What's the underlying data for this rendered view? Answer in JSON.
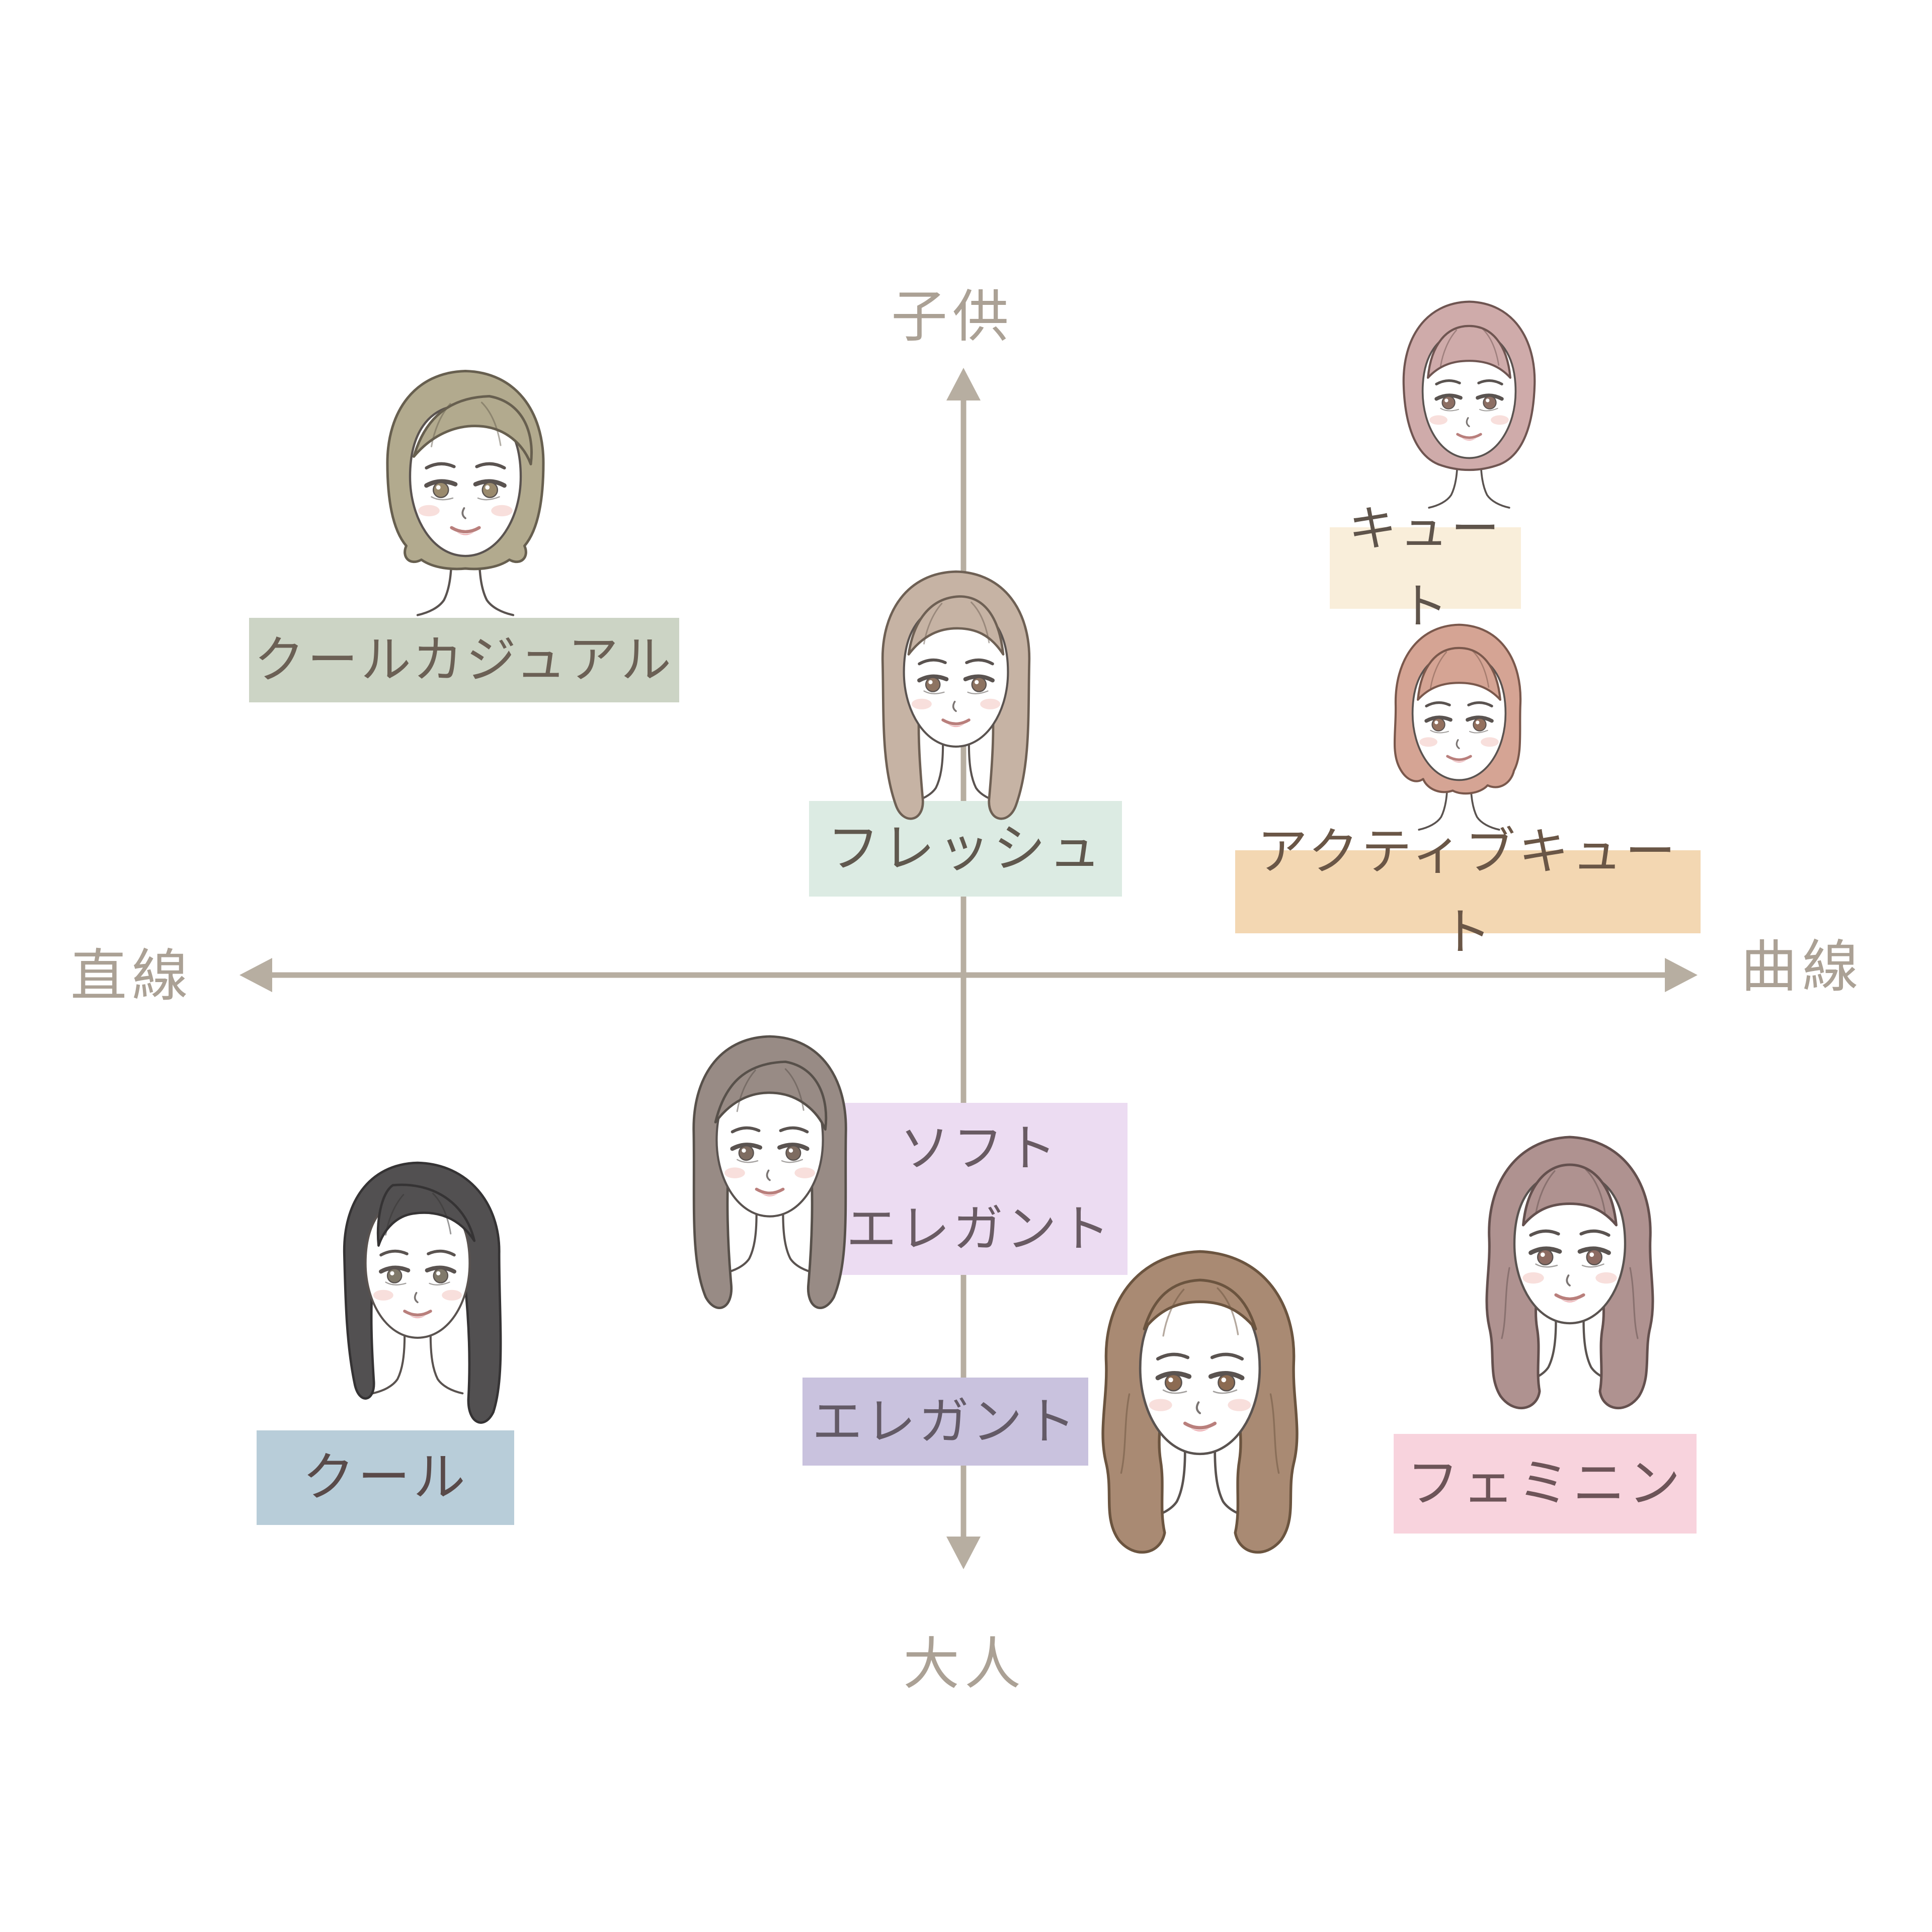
{
  "chart": {
    "title": "",
    "axes": {
      "top_label": "子供",
      "bottom_label": "大人",
      "left_label": "直線",
      "right_label": "曲線",
      "arrow_color": "#b7aea1",
      "label_color": "#aba195"
    }
  },
  "skin": {
    "face": "#ffffff",
    "line": "#5a5350",
    "blush": "#f6d7d3",
    "lip": "#eba9ad",
    "mouth_line": "#b97f7c"
  },
  "types": [
    {
      "id": "cool-casual",
      "label": "クールカジュアル",
      "quadrant": "top-left",
      "box_bg": "#ccd4c5",
      "box_text": "#6b6055",
      "hairstyle": "bob-side",
      "hair_color": "#b2aa8e",
      "hair_line": "#675f4f",
      "iris": "#9a8a6d"
    },
    {
      "id": "fresh",
      "label": "フレッシュ",
      "quadrant": "top-center",
      "box_bg": "#dcebe3",
      "box_text": "#60584e",
      "hairstyle": "medium-wispy",
      "hair_color": "#c6b3a4",
      "hair_line": "#6e6054",
      "iris": "#8d7361"
    },
    {
      "id": "cute",
      "label": "キュート",
      "quadrant": "top-right",
      "box_bg": "#f9eeda",
      "box_text": "#5f544b",
      "hairstyle": "bob-bangs",
      "hair_color": "#cfabaa",
      "hair_line": "#6f5551",
      "iris": "#8d6f64"
    },
    {
      "id": "active-cute",
      "label": "アクティブキュート",
      "quadrant": "right-middle",
      "box_bg": "#f3d7b2",
      "box_text": "#6a5646",
      "hairstyle": "curly-bob",
      "hair_color": "#d5a494",
      "hair_line": "#7a584c",
      "iris": "#93705e"
    },
    {
      "id": "soft-elegant",
      "label": "ソフト\nエレガント",
      "quadrant": "bottom-center",
      "box_bg": "#ecdcf2",
      "box_text": "#695b63",
      "hairstyle": "long-side",
      "hair_color": "#988b85",
      "hair_line": "#57504a",
      "iris": "#7e6c61"
    },
    {
      "id": "elegant",
      "label": "エレガント",
      "quadrant": "bottom-center-lower",
      "box_bg": "#c9c2de",
      "box_text": "#635a66",
      "hairstyle": "wavy-long",
      "hair_color": "#a98a73",
      "hair_line": "#6b543f",
      "iris": "#8c6b52"
    },
    {
      "id": "cool",
      "label": "クール",
      "quadrant": "bottom-left",
      "box_bg": "#b8cdd9",
      "box_text": "#594a49",
      "hairstyle": "sleek-side",
      "hair_color": "#525051",
      "hair_line": "#353334",
      "iris": "#80796a"
    },
    {
      "id": "feminine",
      "label": "フェミニン",
      "quadrant": "bottom-right",
      "box_bg": "#f8d3dd",
      "box_text": "#6d5458",
      "hairstyle": "wavy-bangs",
      "hair_color": "#af9290",
      "hair_line": "#64504e",
      "iris": "#8c6b62"
    }
  ]
}
